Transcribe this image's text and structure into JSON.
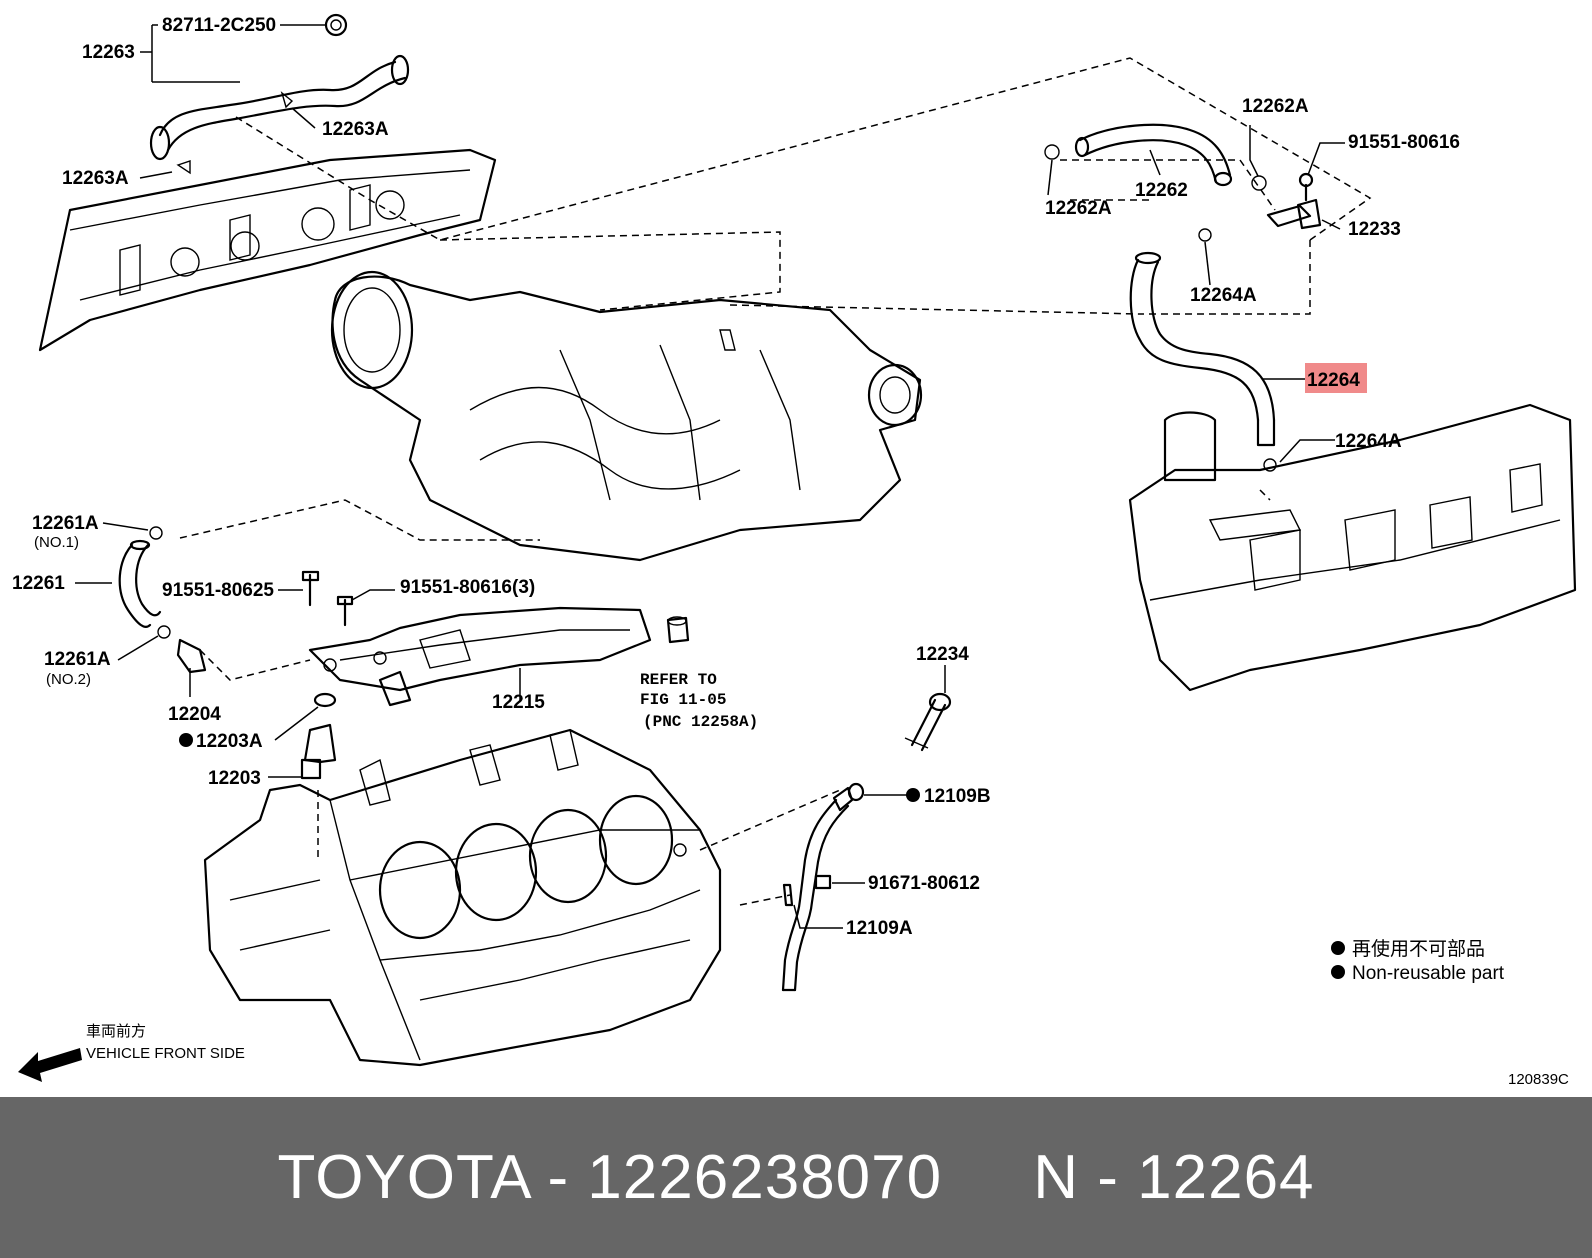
{
  "labels": {
    "p82711": "82711-2C250",
    "p12263": "12263",
    "p12263a_1": "12263A",
    "p12263a_2": "12263A",
    "p12262a_1": "12262A",
    "p12262a_2": "12262A",
    "p12262": "12262",
    "p91551_80616": "91551-80616",
    "p12233": "12233",
    "p12264a_1": "12264A",
    "p12264": "12264",
    "p12264a_2": "12264A",
    "p12261a_1": "12261A",
    "p12261a_1_sub": "(NO.1)",
    "p12261": "12261",
    "p12261a_2": "12261A",
    "p12261a_2_sub": "(NO.2)",
    "p91551_80625": "91551-80625",
    "p91551_80616_3": "91551-80616(3)",
    "p12204": "12204",
    "p12203a": "12203A",
    "p12203": "12203",
    "p12215": "12215",
    "refer_1": "REFER TO",
    "refer_2": "FIG 11-05",
    "refer_3": "(PNC 12258A)",
    "p12234": "12234",
    "p12109b": "12109B",
    "p91671_80612": "91671-80612",
    "p12109a": "12109A"
  },
  "legend": {
    "jp": "再使用不可部品",
    "en": "Non-reusable part"
  },
  "front": {
    "jp": "車両前方",
    "en": "VEHICLE FRONT SIDE"
  },
  "figure_code": "120839C",
  "highlight_color": "#f08a8a",
  "footer": {
    "text": "TOYOTA - 1226238070     N - 12264"
  }
}
